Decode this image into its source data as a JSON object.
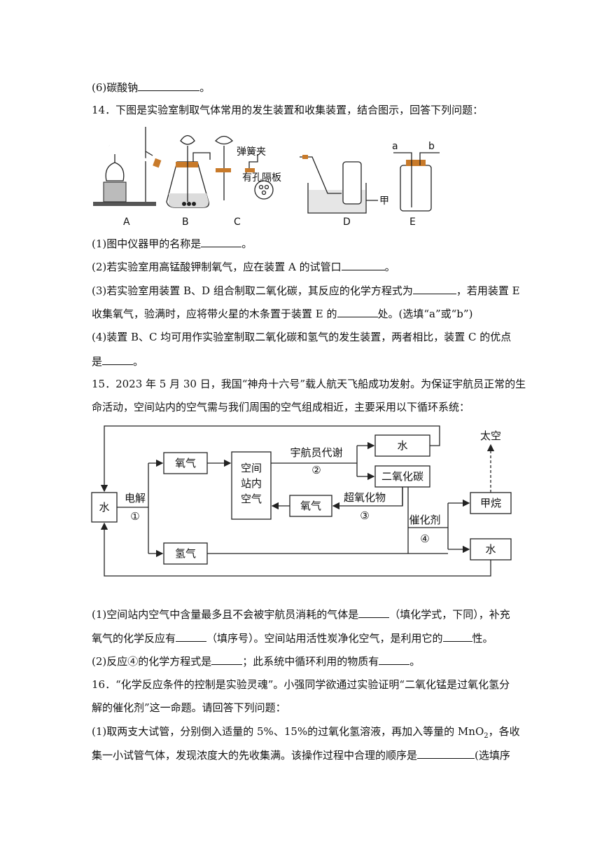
{
  "q13_tail": {
    "text": "(6)碳酸钠",
    "end": "。"
  },
  "q14": {
    "stem": "14．下图是实验室制取气体常用的发生装置和收集装置，结合图示，回答下列问题：",
    "figure": {
      "labels": [
        "A",
        "B",
        "C",
        "D",
        "E"
      ],
      "spring_clip": "弹簧夹",
      "porous_plate": "有孔隔板",
      "jia": "甲",
      "port_a": "a",
      "port_b": "b"
    },
    "p1": {
      "pre": "(1)图中仪器甲的名称是",
      "post": "。"
    },
    "p2": {
      "pre": "(2)若实验室用高锰酸钾制氧气，应在装置 A 的试管口",
      "post": "。"
    },
    "p3_line1": {
      "pre": "(3)若实验室用装置 B、D 组合制取二氧化碳，其反应的化学方程式为",
      "post": "，若用装置 E"
    },
    "p3_line2": {
      "pre": "收集氧气，验满时，应将带火星的木条置于装置 E 的",
      "post": "处。(选填“a”或“b”)"
    },
    "p4_line1": "(4)装置 B、C 均可用作实验室制取二氧化碳和氢气的发生装置，两者相比，装置 C 的优点",
    "p4_line2": {
      "pre": "是",
      "post": "。"
    }
  },
  "q15": {
    "stem1": "15．2023 年 5 月 30 日，我国“神舟十六号”载人航天飞船成功发射。为保证宇航员正常的生",
    "stem2": "命活动，空间站内的空气需与我们周围的空气组成相近，主要采用以下循环系统：",
    "diagram": {
      "water_left": "水",
      "electrolysis": "电解",
      "n1": "①",
      "oxygen_top": "氧气",
      "station_l1": "空间",
      "station_l2": "站内",
      "station_l3": "空气",
      "metabolism": "宇航员代谢",
      "n2": "②",
      "water_top": "水",
      "co2": "二氧化碳",
      "superoxide": "超氧化物",
      "n3": "③",
      "oxygen_mid": "氧气",
      "hydrogen": "氢气",
      "catalyst": "催化剂",
      "n4": "④",
      "methane": "甲烷",
      "water_right": "水",
      "space": "太空"
    },
    "p1_line1": {
      "pre": "(1)空间站内空气中含量最多且不会被宇航员消耗的气体是",
      "mid": "（填化学式，下同），补充"
    },
    "p1_line2": {
      "pre": "氧气的化学反应有",
      "mid": "（填序号）。空间站用活性炭净化空气，是利用它的",
      "post": "性。"
    },
    "p2": {
      "pre": "(2)反应④的化学方程式是",
      "mid": "；此系统中循环利用的物质有",
      "post": "。"
    }
  },
  "q16": {
    "stem1": "16．“化学反应条件的控制是实验灵魂”。小强同学欲通过实验证明“二氧化锰是过氧化氢分",
    "stem2": "解的催化剂”这一命题。请回答下列问题：",
    "p1_line1": {
      "pre": "(1)取两支大试管，分别倒入适量的 5%、15%的过氧化氢溶液，再加入等量的 MnO",
      "sub": "2",
      "post": "，各收"
    },
    "p1_line2": {
      "pre": "集一小试管气体，发现浓度大的先收集满。该操作过程中合理的顺序是",
      "post": "(选填序"
    }
  }
}
